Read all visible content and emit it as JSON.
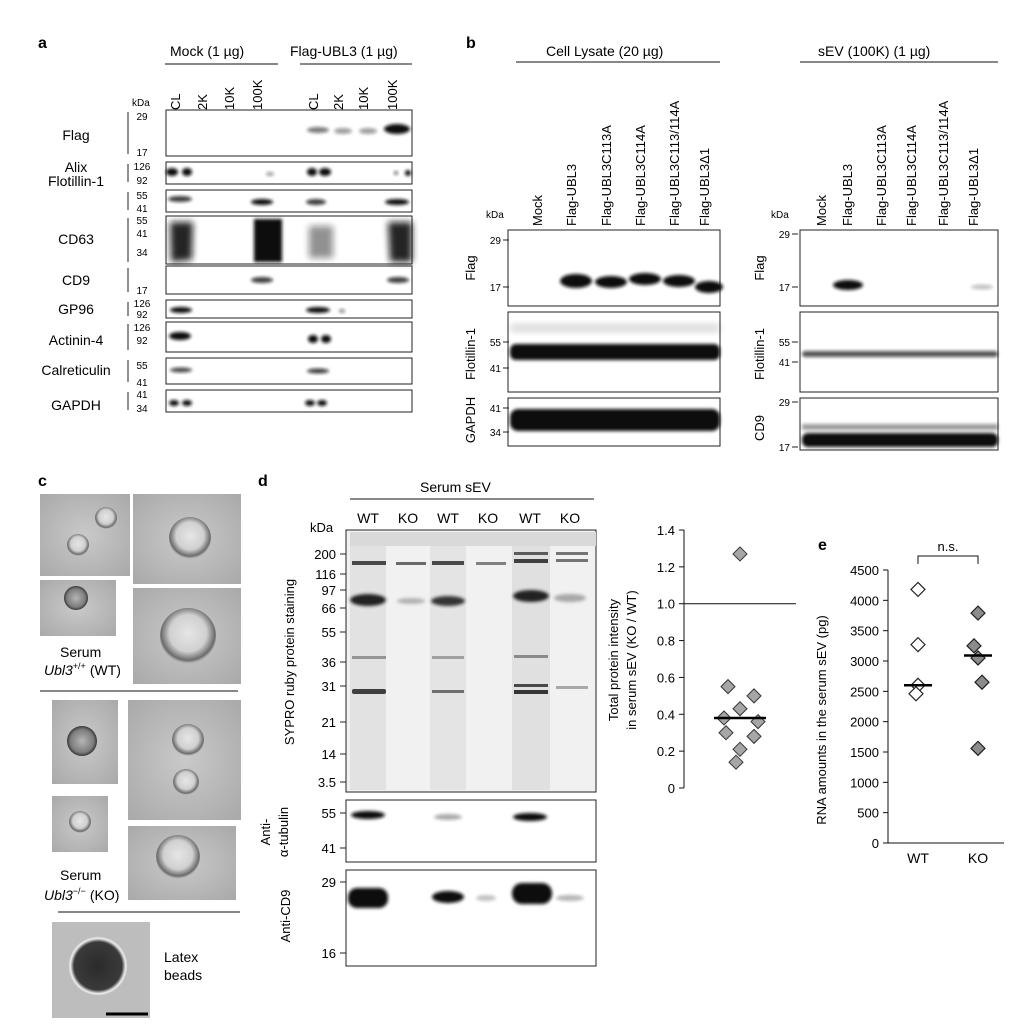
{
  "panel_letters": {
    "a": "a",
    "b": "b",
    "c": "c",
    "d": "d",
    "e": "e"
  },
  "kda": "kDa",
  "panel_a": {
    "group_mock": "Mock (1 µg)",
    "group_flag": "Flag-UBL3 (1 µg)",
    "lanes": [
      "CL",
      "2K",
      "10K",
      "100K",
      "CL",
      "2K",
      "10K",
      "100K"
    ],
    "rows": [
      {
        "label": "Flag",
        "markers": [
          "29",
          "17"
        ]
      },
      {
        "label": "Alix",
        "markers": [
          "126",
          "92"
        ]
      },
      {
        "label": "Flotillin-1",
        "markers": [
          "55",
          "41"
        ]
      },
      {
        "label": "CD63",
        "markers": [
          "55",
          "41",
          "34"
        ]
      },
      {
        "label": "CD9",
        "markers": [
          "17"
        ]
      },
      {
        "label": "GP96",
        "markers": [
          "126",
          "92"
        ]
      },
      {
        "label": "Actinin-4",
        "markers": [
          "126",
          "92"
        ]
      },
      {
        "label": "Calreticulin",
        "markers": [
          "55",
          "41"
        ]
      },
      {
        "label": "GAPDH",
        "markers": [
          "41",
          "34"
        ]
      }
    ]
  },
  "panel_b": {
    "group_lysate": "Cell Lysate (20 µg)",
    "group_sev": "sEV (100K) (1 µg)",
    "lanes": [
      "Mock",
      "Flag-UBL3",
      "Flag-UBL3C113A",
      "Flag-UBL3C114A",
      "Flag-UBL3C113/114A",
      "Flag-UBL3Δ1"
    ],
    "lysate_rows": [
      {
        "label": "Flag",
        "markers": [
          "29",
          "17"
        ]
      },
      {
        "label": "Flotillin-1",
        "markers": [
          "55",
          "41"
        ]
      },
      {
        "label": "GAPDH",
        "markers": [
          "41",
          "34"
        ]
      }
    ],
    "sev_rows": [
      {
        "label": "Flag",
        "markers": [
          "29",
          "17"
        ]
      },
      {
        "label": "Flotillin-1",
        "markers": [
          "55",
          "41"
        ]
      },
      {
        "label": "CD9",
        "markers": [
          "29",
          "17"
        ]
      }
    ]
  },
  "panel_c": {
    "wt_line1": "Serum",
    "wt_gene": "Ubl3",
    "wt_sup": "+/+",
    "wt_tag": "(WT)",
    "ko_line1": "Serum",
    "ko_gene": "Ubl3",
    "ko_sup": "−/−",
    "ko_tag": "(KO)",
    "latex_line1": "Latex",
    "latex_line2": "beads"
  },
  "panel_d": {
    "group": "Serum sEV",
    "lanes": [
      "WT",
      "KO",
      "WT",
      "KO",
      "WT",
      "KO"
    ],
    "sypro_label": "SYPRO ruby protein staining",
    "sypro_markers": [
      "200",
      "116",
      "97",
      "66",
      "55",
      "36",
      "31",
      "21",
      "14",
      "3.5"
    ],
    "tubulin_label_1": "Anti-",
    "tubulin_label_2": "α-tubulin",
    "tubulin_markers": [
      "55",
      "41"
    ],
    "cd9_label": "Anti-CD9",
    "cd9_markers": [
      "29",
      "16"
    ]
  },
  "chart_data": [
    {
      "type": "scatter",
      "title": "",
      "ylabel_line1": "Total protein intensity",
      "ylabel_line2": "in serum sEV (KO / WT)",
      "ylim": [
        0,
        1.4
      ],
      "yticks": [
        "0",
        "0.2",
        "0.4",
        "0.6",
        "0.8",
        "1.0",
        "1.2",
        "1.4"
      ],
      "reference_line": 1.0,
      "points": [
        1.27,
        0.55,
        0.5,
        0.43,
        0.38,
        0.36,
        0.3,
        0.28,
        0.21,
        0.14
      ],
      "median": 0.38,
      "marker_color": "#a6a6a6"
    },
    {
      "type": "scatter",
      "title": "",
      "ylabel": "RNA amounts in the serum sEV (pg)",
      "ylim": [
        0,
        4500
      ],
      "yticks": [
        "0",
        "500",
        "1000",
        "1500",
        "2000",
        "2500",
        "3000",
        "3500",
        "4000",
        "4500"
      ],
      "categories": [
        "WT",
        "KO"
      ],
      "significance": "n.s.",
      "series": [
        {
          "name": "WT",
          "values": [
            4180,
            3270,
            2600,
            2460
          ],
          "median": 2600,
          "color": "#ffffff"
        },
        {
          "name": "KO",
          "values": [
            3790,
            3250,
            3050,
            2650,
            1560
          ],
          "median": 3090,
          "color": "#8c8c8c"
        }
      ]
    }
  ]
}
